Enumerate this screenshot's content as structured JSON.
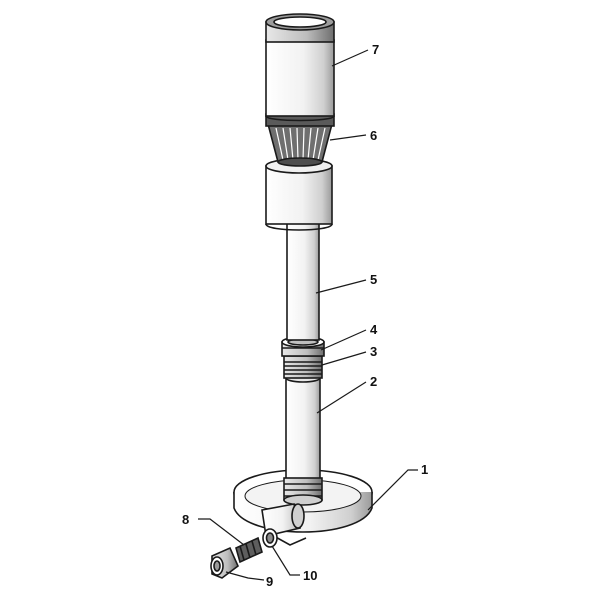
{
  "diagram": {
    "callouts": [
      {
        "id": "part-1",
        "label": "1"
      },
      {
        "id": "part-2",
        "label": "2"
      },
      {
        "id": "part-3",
        "label": "3"
      },
      {
        "id": "part-4",
        "label": "4"
      },
      {
        "id": "part-5",
        "label": "5"
      },
      {
        "id": "part-6",
        "label": "6"
      },
      {
        "id": "part-7",
        "label": "7"
      },
      {
        "id": "part-8",
        "label": "8"
      },
      {
        "id": "part-9",
        "label": "9"
      },
      {
        "id": "part-10",
        "label": "10"
      }
    ]
  },
  "colors": {
    "line": "#1a1a1a",
    "shade": "#d9d9d9",
    "dark_shade": "#8a8a8a"
  }
}
